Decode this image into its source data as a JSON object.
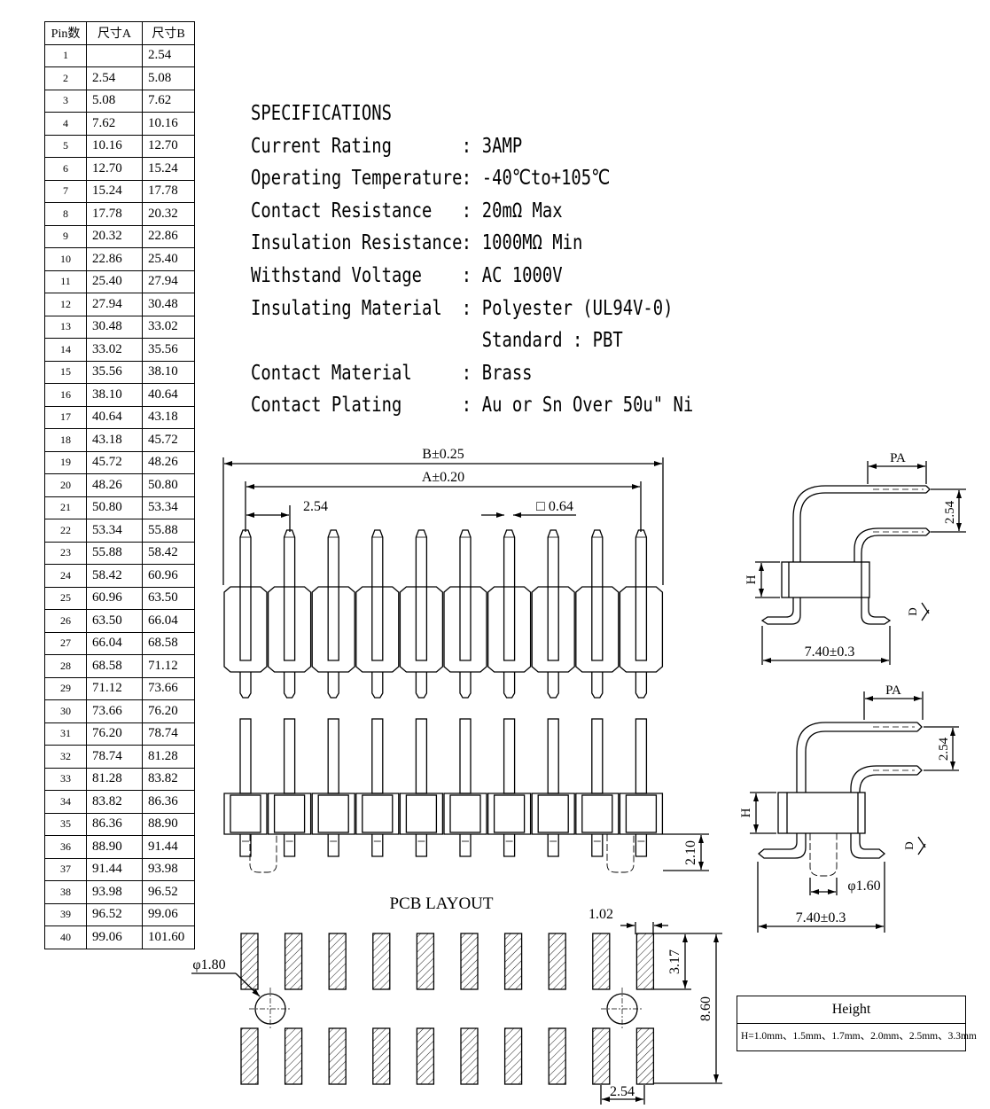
{
  "pin_table": {
    "headers": [
      "Pin数",
      "尺寸A",
      "尺寸B"
    ],
    "rows": [
      [
        "1",
        "",
        "2.54"
      ],
      [
        "2",
        "2.54",
        "5.08"
      ],
      [
        "3",
        "5.08",
        "7.62"
      ],
      [
        "4",
        "7.62",
        "10.16"
      ],
      [
        "5",
        "10.16",
        "12.70"
      ],
      [
        "6",
        "12.70",
        "15.24"
      ],
      [
        "7",
        "15.24",
        "17.78"
      ],
      [
        "8",
        "17.78",
        "20.32"
      ],
      [
        "9",
        "20.32",
        "22.86"
      ],
      [
        "10",
        "22.86",
        "25.40"
      ],
      [
        "11",
        "25.40",
        "27.94"
      ],
      [
        "12",
        "27.94",
        "30.48"
      ],
      [
        "13",
        "30.48",
        "33.02"
      ],
      [
        "14",
        "33.02",
        "35.56"
      ],
      [
        "15",
        "35.56",
        "38.10"
      ],
      [
        "16",
        "38.10",
        "40.64"
      ],
      [
        "17",
        "40.64",
        "43.18"
      ],
      [
        "18",
        "43.18",
        "45.72"
      ],
      [
        "19",
        "45.72",
        "48.26"
      ],
      [
        "20",
        "48.26",
        "50.80"
      ],
      [
        "21",
        "50.80",
        "53.34"
      ],
      [
        "22",
        "53.34",
        "55.88"
      ],
      [
        "23",
        "55.88",
        "58.42"
      ],
      [
        "24",
        "58.42",
        "60.96"
      ],
      [
        "25",
        "60.96",
        "63.50"
      ],
      [
        "26",
        "63.50",
        "66.04"
      ],
      [
        "27",
        "66.04",
        "68.58"
      ],
      [
        "28",
        "68.58",
        "71.12"
      ],
      [
        "29",
        "71.12",
        "73.66"
      ],
      [
        "30",
        "73.66",
        "76.20"
      ],
      [
        "31",
        "76.20",
        "78.74"
      ],
      [
        "32",
        "78.74",
        "81.28"
      ],
      [
        "33",
        "81.28",
        "83.82"
      ],
      [
        "34",
        "83.82",
        "86.36"
      ],
      [
        "35",
        "86.36",
        "88.90"
      ],
      [
        "36",
        "88.90",
        "91.44"
      ],
      [
        "37",
        "91.44",
        "93.98"
      ],
      [
        "38",
        "93.98",
        "96.52"
      ],
      [
        "39",
        "96.52",
        "99.06"
      ],
      [
        "40",
        "99.06",
        "101.60"
      ]
    ]
  },
  "specifications": {
    "title": "SPECIFICATIONS",
    "items": [
      {
        "label": "Current Rating",
        "value": "3AMP"
      },
      {
        "label": "Operating Temperature",
        "value": "-40℃to+105℃"
      },
      {
        "label": "Contact Resistance",
        "value": "20mΩ Max"
      },
      {
        "label": "Insulation Resistance",
        "value": "1000MΩ Min"
      },
      {
        "label": "Withstand Voltage",
        "value": "AC 1000V"
      },
      {
        "label": "Insulating Material",
        "value": "Polyester (UL94V-0)",
        "extra": "Standard : PBT"
      },
      {
        "label": "Contact Material",
        "value": "Brass"
      },
      {
        "label": "Contact Plating",
        "value": "Au or Sn Over 50u\" Ni"
      }
    ]
  },
  "drawing": {
    "pin_count": 10,
    "dim_b": "B±0.25",
    "dim_a": "A±0.20",
    "pitch": "2.54",
    "pin_square": "□ 0.64",
    "dim_210": "2.10",
    "side_pa": "PA",
    "side_254": "2.54",
    "side_h": "H",
    "side_d": "D",
    "side_width": "7.40±0.3",
    "side_phi": "φ1.60",
    "pcb_title": "PCB LAYOUT",
    "pcb_102": "1.02",
    "pcb_317": "3.17",
    "pcb_860": "8.60",
    "pcb_254": "2.54",
    "pcb_phi": "φ1.80"
  },
  "height_box": {
    "title": "Height",
    "values": "H=1.0mm、1.5mm、1.7mm、2.0mm、2.5mm、3.3mm"
  }
}
